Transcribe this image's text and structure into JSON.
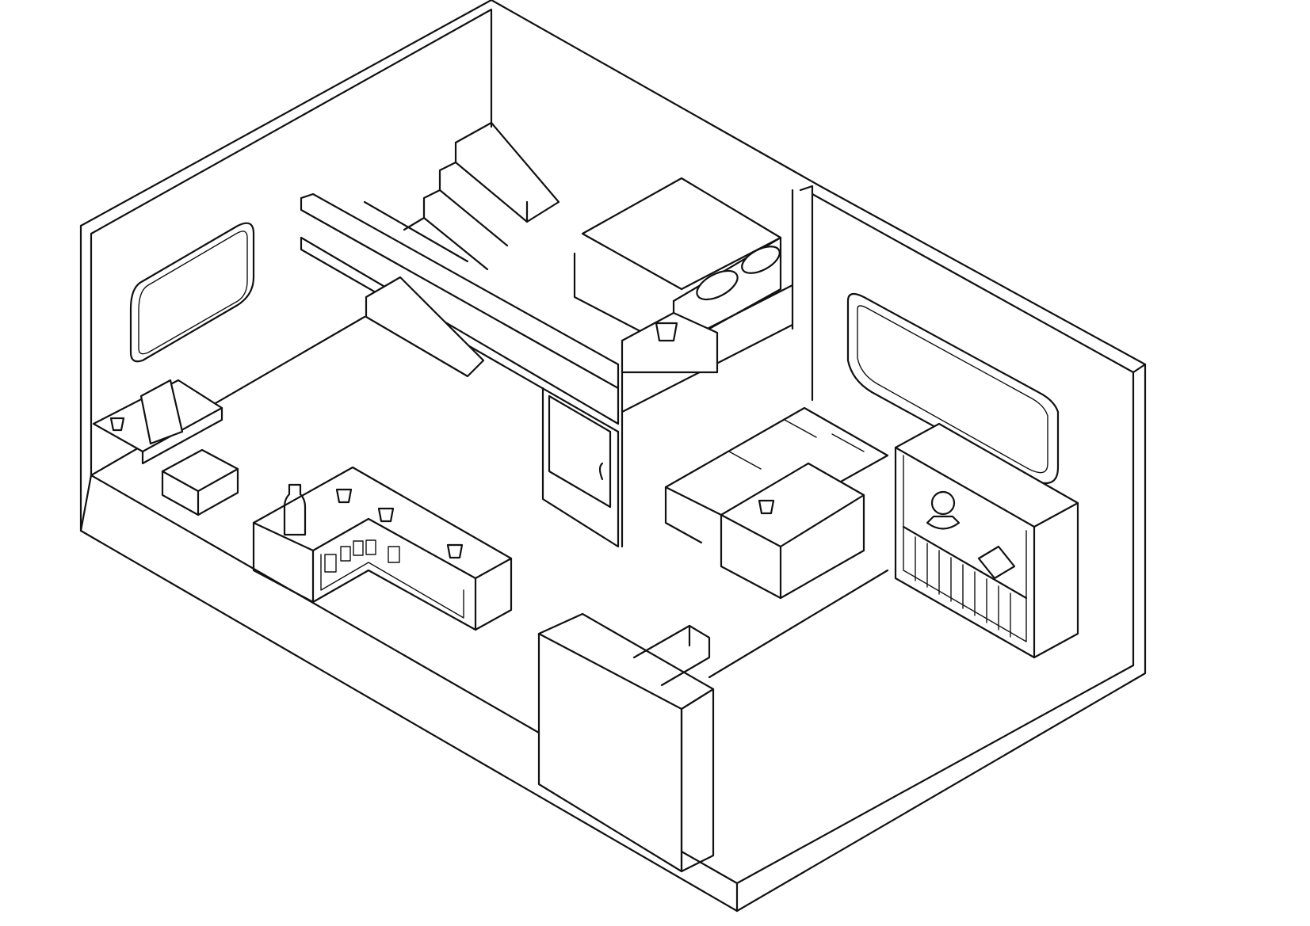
{
  "colors": {
    "ink": "#111111",
    "paper": "#ffffff"
  },
  "scene": {
    "subject": "isometric-room-line-drawing",
    "objects": [
      "room-shell",
      "loft-platform",
      "stairs",
      "loft-bed",
      "loft-railing",
      "left-window",
      "right-window",
      "desk-shelf",
      "laptop",
      "stool",
      "kitchen-counter",
      "bottle",
      "cups",
      "cabinet-door",
      "bench-seating",
      "coffee-table",
      "bookcase",
      "globe",
      "picture-frame",
      "front-partition",
      "low-step"
    ]
  }
}
